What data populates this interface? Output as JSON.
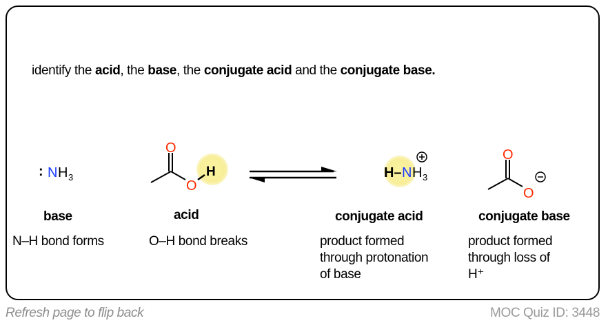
{
  "question": {
    "prefix": "identify the ",
    "acid": "acid",
    "sep1": ", the ",
    "base": "base",
    "sep2": ", the ",
    "conjugate_acid": "conjugate acid",
    "sep3": " and the ",
    "conjugate_base": "conjugate base."
  },
  "molecules": {
    "ammonia": {
      "lone_pair": ":",
      "n": "N",
      "h": "H",
      "sub": "3"
    },
    "acetic_acid": {
      "o_top": "O",
      "o_ester": "O",
      "h": "H"
    },
    "ammonium": {
      "h": "H–",
      "n": "N",
      "h3": "H",
      "sub": "3",
      "charge": "+"
    },
    "acetate": {
      "o_top": "O",
      "o_ester": "O",
      "charge": "−"
    }
  },
  "columns": [
    {
      "label": "base",
      "desc": [
        "N–H bond forms"
      ]
    },
    {
      "label": "acid",
      "desc": [
        "O–H bond breaks"
      ]
    },
    {
      "label": "conjugate acid",
      "desc": [
        "product formed",
        "through protonation",
        "of base"
      ]
    },
    {
      "label": "conjugate base",
      "desc": [
        "product formed",
        "through loss of",
        "H⁺"
      ]
    }
  ],
  "footer": {
    "refresh": "Refresh page to flip back",
    "quiz_id": "MOC Quiz ID: 3448"
  },
  "colors": {
    "oxygen": "#ff2a00",
    "nitrogen": "#1a3cff",
    "highlight": "#fbf3a8"
  }
}
